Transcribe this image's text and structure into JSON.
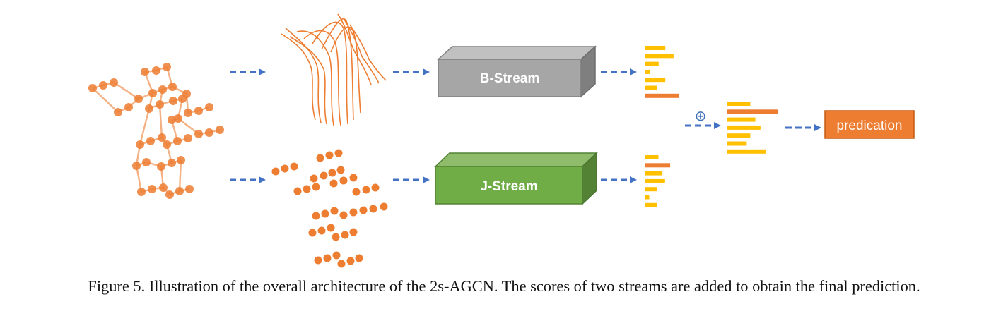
{
  "blocks": {
    "b_stream": "B-Stream",
    "j_stream": "J-Stream",
    "prediction": "predication"
  },
  "operator": "⊕",
  "caption": "Figure 5. Illustration of the overall architecture of the 2s-AGCN. The scores of two streams are added to obtain the final prediction.",
  "colors": {
    "arrow": "#4472c4",
    "b_stream_front": "#a6a6a6",
    "j_stream_front": "#70ad47",
    "prediction_fill": "#ed7d31",
    "score_bar": "#ffc000",
    "score_bar_top": "#ed7d31",
    "joint": "#ed7d31",
    "bone": "#f4b183"
  },
  "scores": {
    "b_stream": [
      0.6,
      0.85,
      0.4,
      0.15,
      0.6,
      0.35,
      1.0
    ],
    "j_stream": [
      0.5,
      0.95,
      0.65,
      0.75,
      0.45,
      0.15,
      0.45
    ],
    "fused": [
      0.45,
      1.0,
      0.55,
      0.65,
      0.45,
      0.38,
      0.75
    ],
    "top_index": {
      "b_stream": 6,
      "j_stream": 1,
      "fused": 1
    }
  }
}
